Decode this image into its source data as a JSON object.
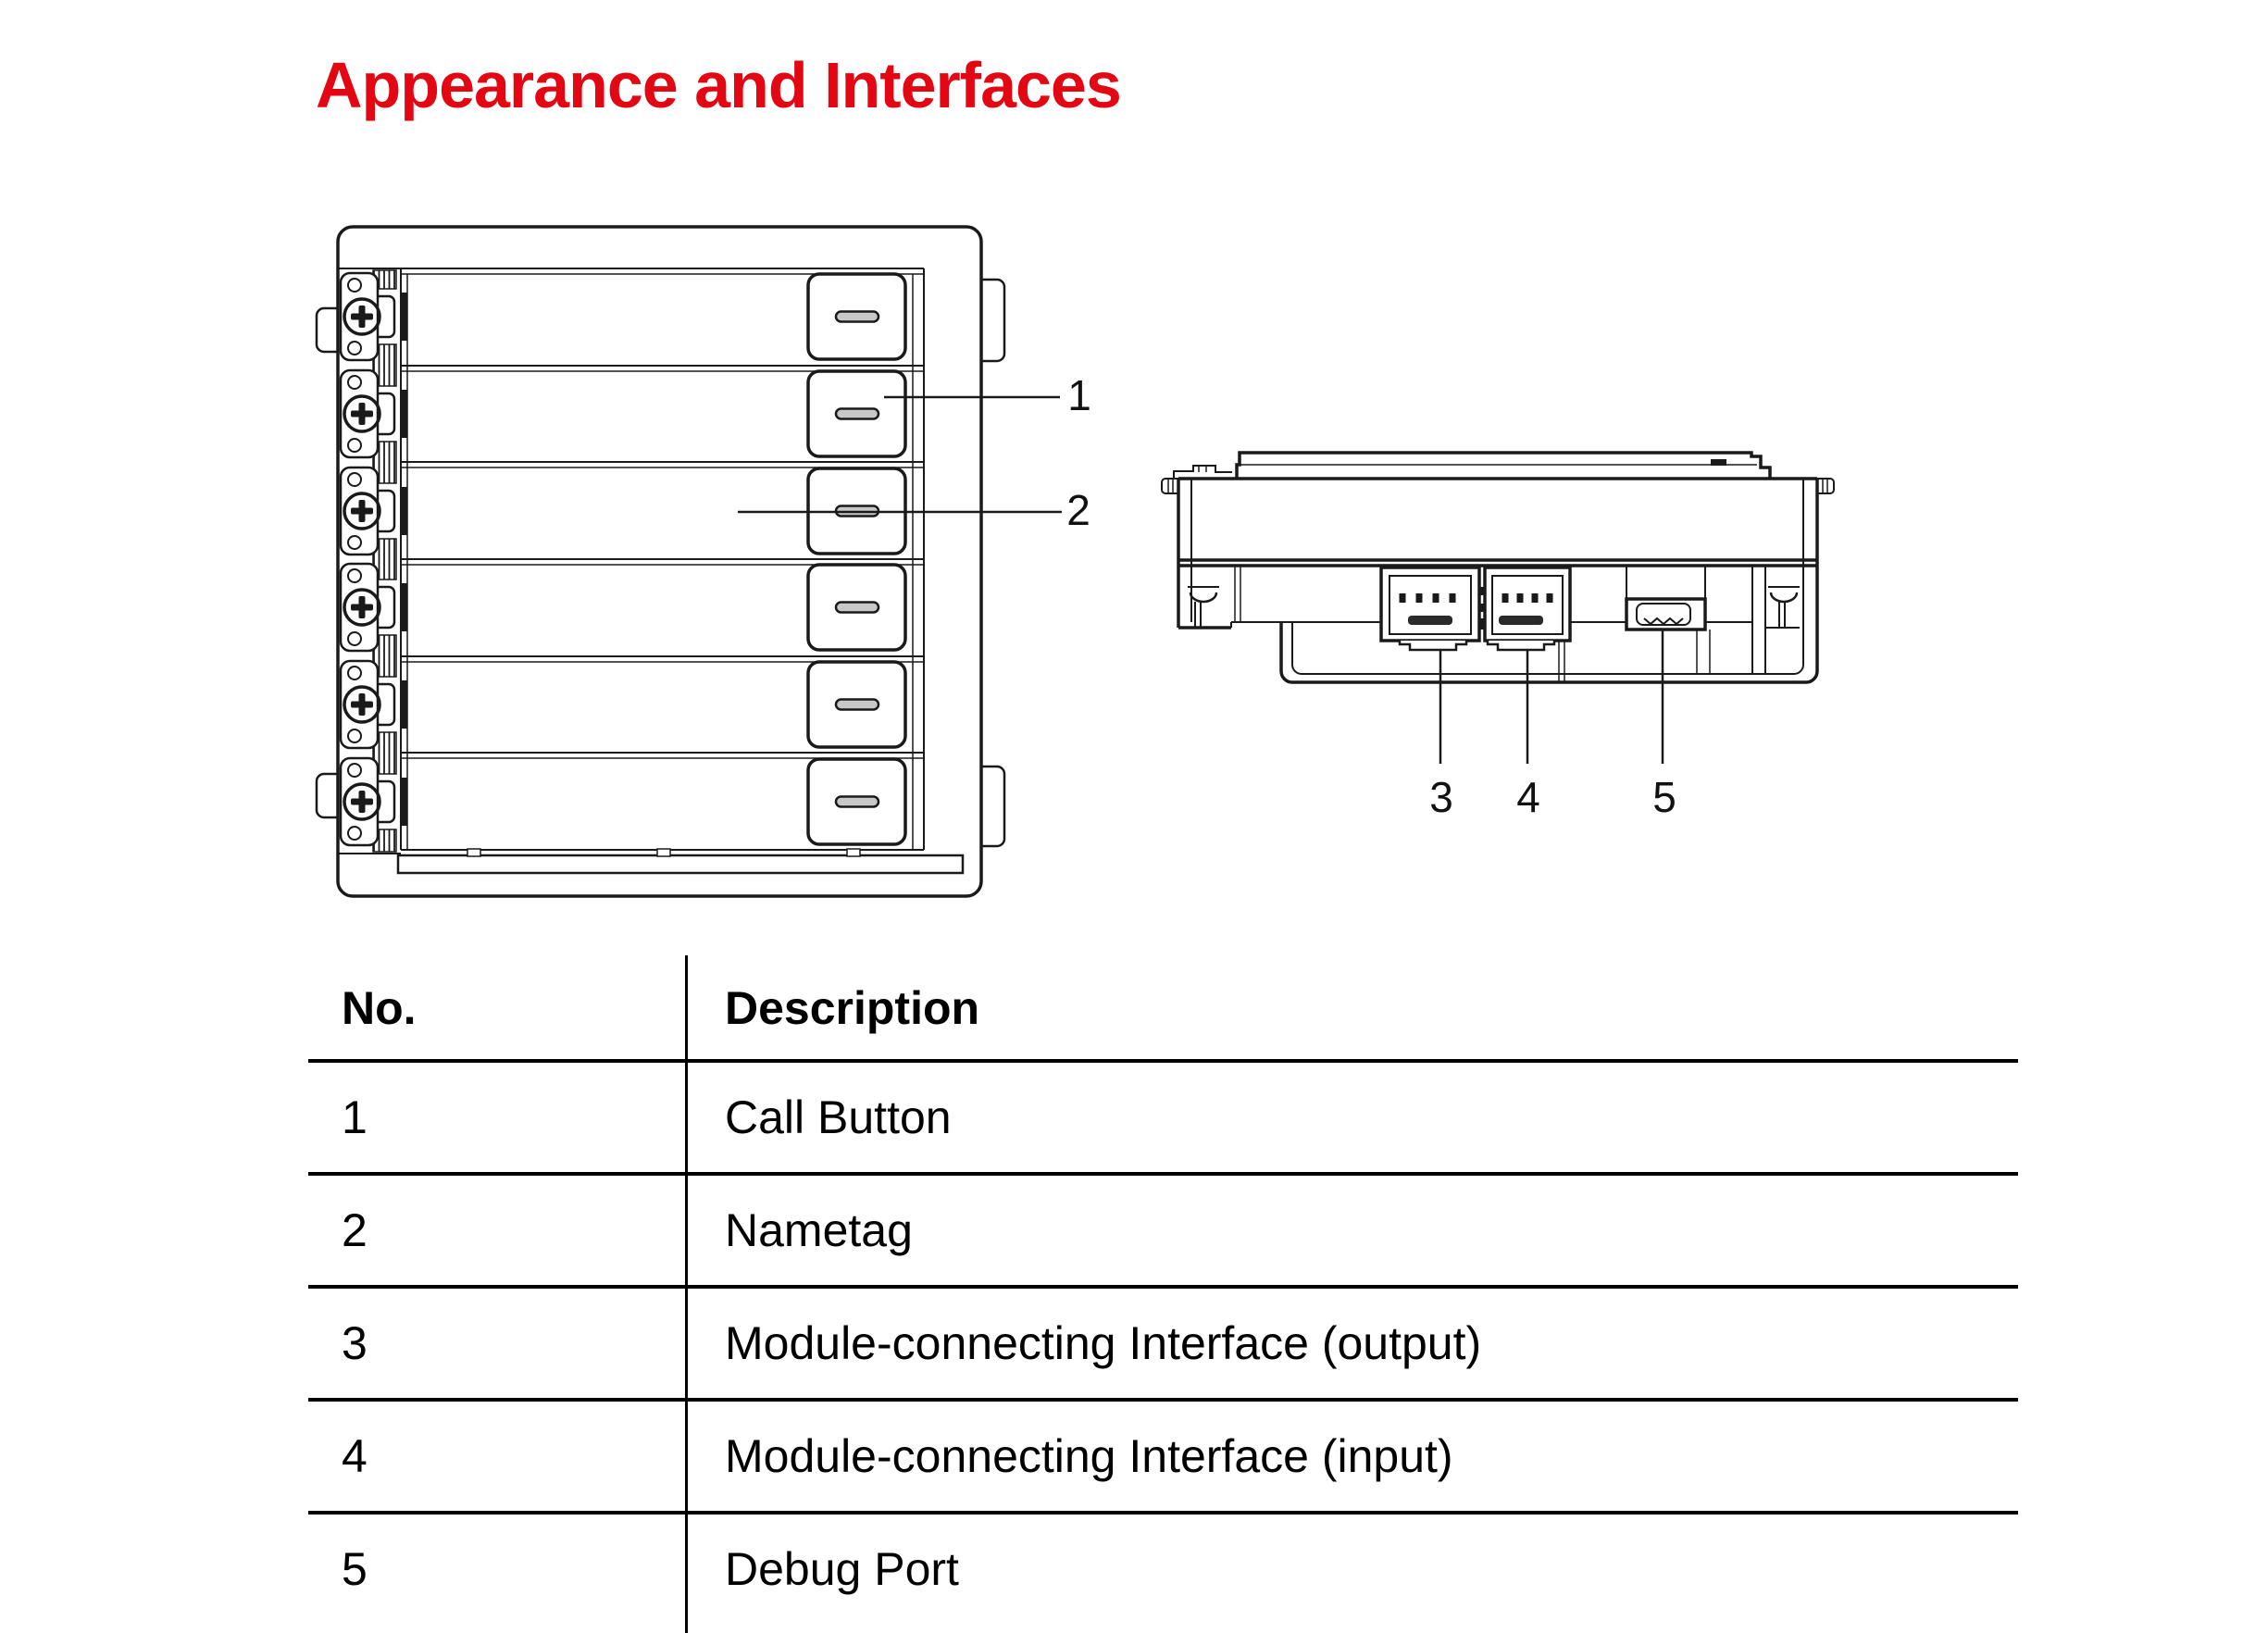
{
  "title": {
    "text": "Appearance and Interfaces"
  },
  "colors": {
    "accent_red": "#e30613",
    "ink": "#1a1a1a"
  },
  "callouts": {
    "c1": "1",
    "c2": "2",
    "c3": "3",
    "c4": "4",
    "c5": "5"
  },
  "table": {
    "columns": [
      "No.",
      "Description"
    ],
    "rows": [
      {
        "no": "1",
        "description": "Call Button"
      },
      {
        "no": "2",
        "description": "Nametag"
      },
      {
        "no": "3",
        "description": "Module-connecting Interface (output)"
      },
      {
        "no": "4",
        "description": "Module-connecting Interface (input)"
      },
      {
        "no": "5",
        "description": "Debug Port"
      }
    ]
  }
}
